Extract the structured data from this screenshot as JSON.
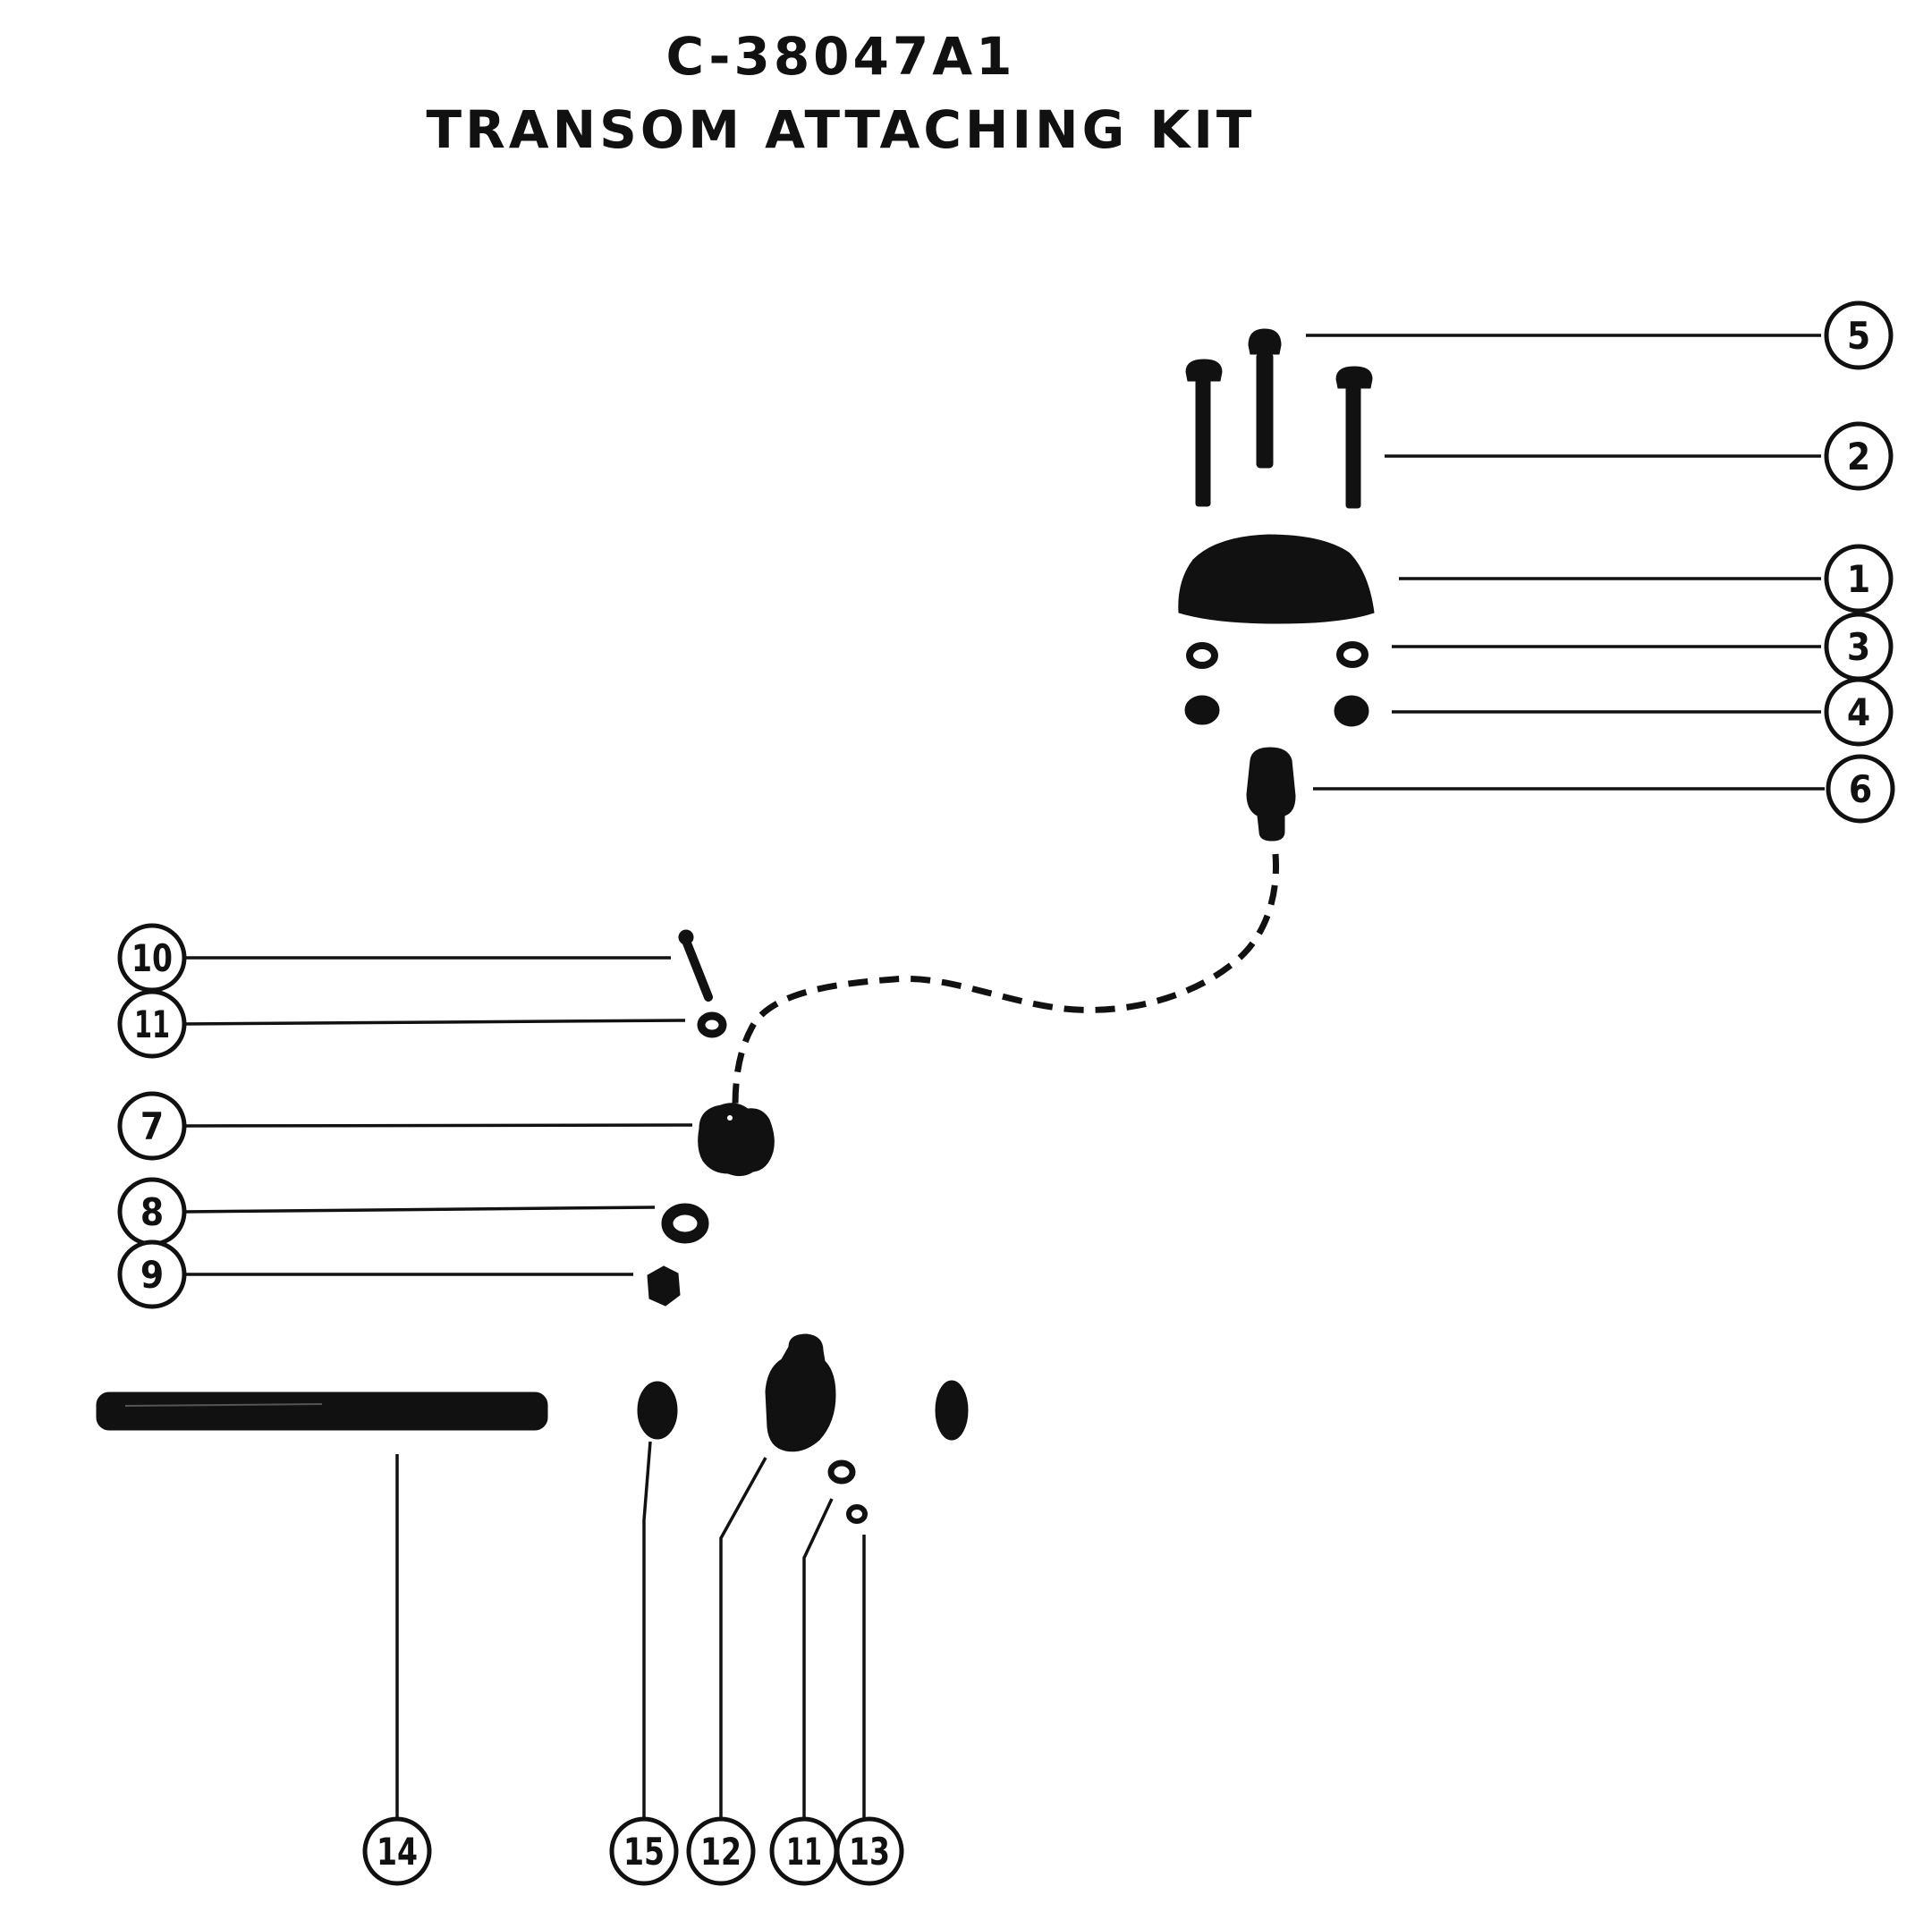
{
  "title": {
    "part_number": "C-38047A1",
    "name": "TRANSOM ATTACHING KIT"
  },
  "callouts": [
    {
      "id": "c5",
      "label": "5"
    },
    {
      "id": "c2",
      "label": "2"
    },
    {
      "id": "c1",
      "label": "1"
    },
    {
      "id": "c3",
      "label": "3"
    },
    {
      "id": "c4",
      "label": "4"
    },
    {
      "id": "c6",
      "label": "6"
    },
    {
      "id": "c10",
      "label": "10"
    },
    {
      "id": "c11a",
      "label": "11"
    },
    {
      "id": "c7",
      "label": "7"
    },
    {
      "id": "c8",
      "label": "8"
    },
    {
      "id": "c9",
      "label": "9"
    },
    {
      "id": "c14",
      "label": "14"
    },
    {
      "id": "c15",
      "label": "15"
    },
    {
      "id": "c12",
      "label": "12"
    },
    {
      "id": "c11b",
      "label": "11"
    },
    {
      "id": "c13",
      "label": "13"
    }
  ]
}
